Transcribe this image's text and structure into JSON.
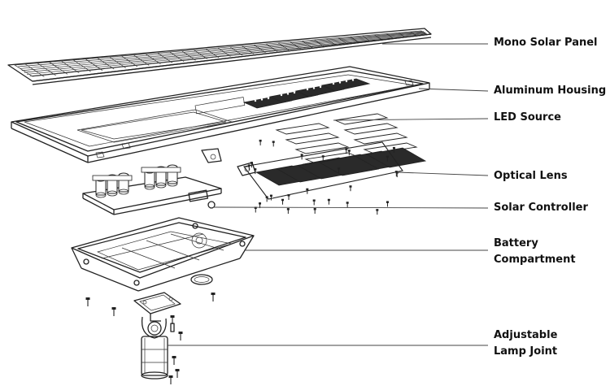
{
  "labels": {
    "solar_panel": "Mono Solar Panel",
    "housing": "Aluminum Housing",
    "led_source": "LED Source",
    "optical_lens": "Optical Lens",
    "solar_controller": "Solar Controller",
    "battery_line1": "Battery",
    "battery_line2": "Compartment",
    "joint_line1": "Adjustable",
    "joint_line2": "Lamp Joint"
  },
  "colors": {
    "line": "#222222",
    "led_fill": "#2a2a2a",
    "text": "#111111"
  }
}
